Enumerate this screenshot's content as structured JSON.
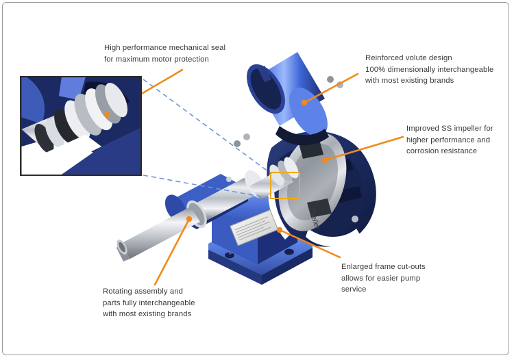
{
  "page": {
    "background_color": "#ffffff",
    "border_color": "#9a9a9a",
    "accent_color": "#f08a1c",
    "dash_color": "#6f93d6",
    "body_blue": "#3f63c8",
    "dark_navy": "#1e2a5a",
    "steel": "#c9ccd1",
    "text_color": "#3a3a3a"
  },
  "diagram": {
    "subject": "centrifugal-pump-cutaway",
    "inset_label": "mechanical-seal-closeup"
  },
  "callouts": [
    {
      "id": "mechanical-seal",
      "text": "High performance mechanical seal\nfor maximum motor protection",
      "leader_color": "#f08a1c"
    },
    {
      "id": "volute",
      "text": "Reinforced volute design\n100% dimensionally interchangeable\nwith most existing brands",
      "leader_color": "#f08a1c"
    },
    {
      "id": "impeller",
      "text": "Improved SS impeller for\nhigher performance and\ncorrosion resistance",
      "leader_color": "#f08a1c"
    },
    {
      "id": "frame-cutouts",
      "text": "Enlarged frame cut-outs\nallows for easier pump\nservice",
      "leader_color": "#f08a1c"
    },
    {
      "id": "rotating-assembly",
      "text": "Rotating assembly and\nparts fully interchangeable\nwith most existing brands",
      "leader_color": "#f08a1c"
    }
  ]
}
